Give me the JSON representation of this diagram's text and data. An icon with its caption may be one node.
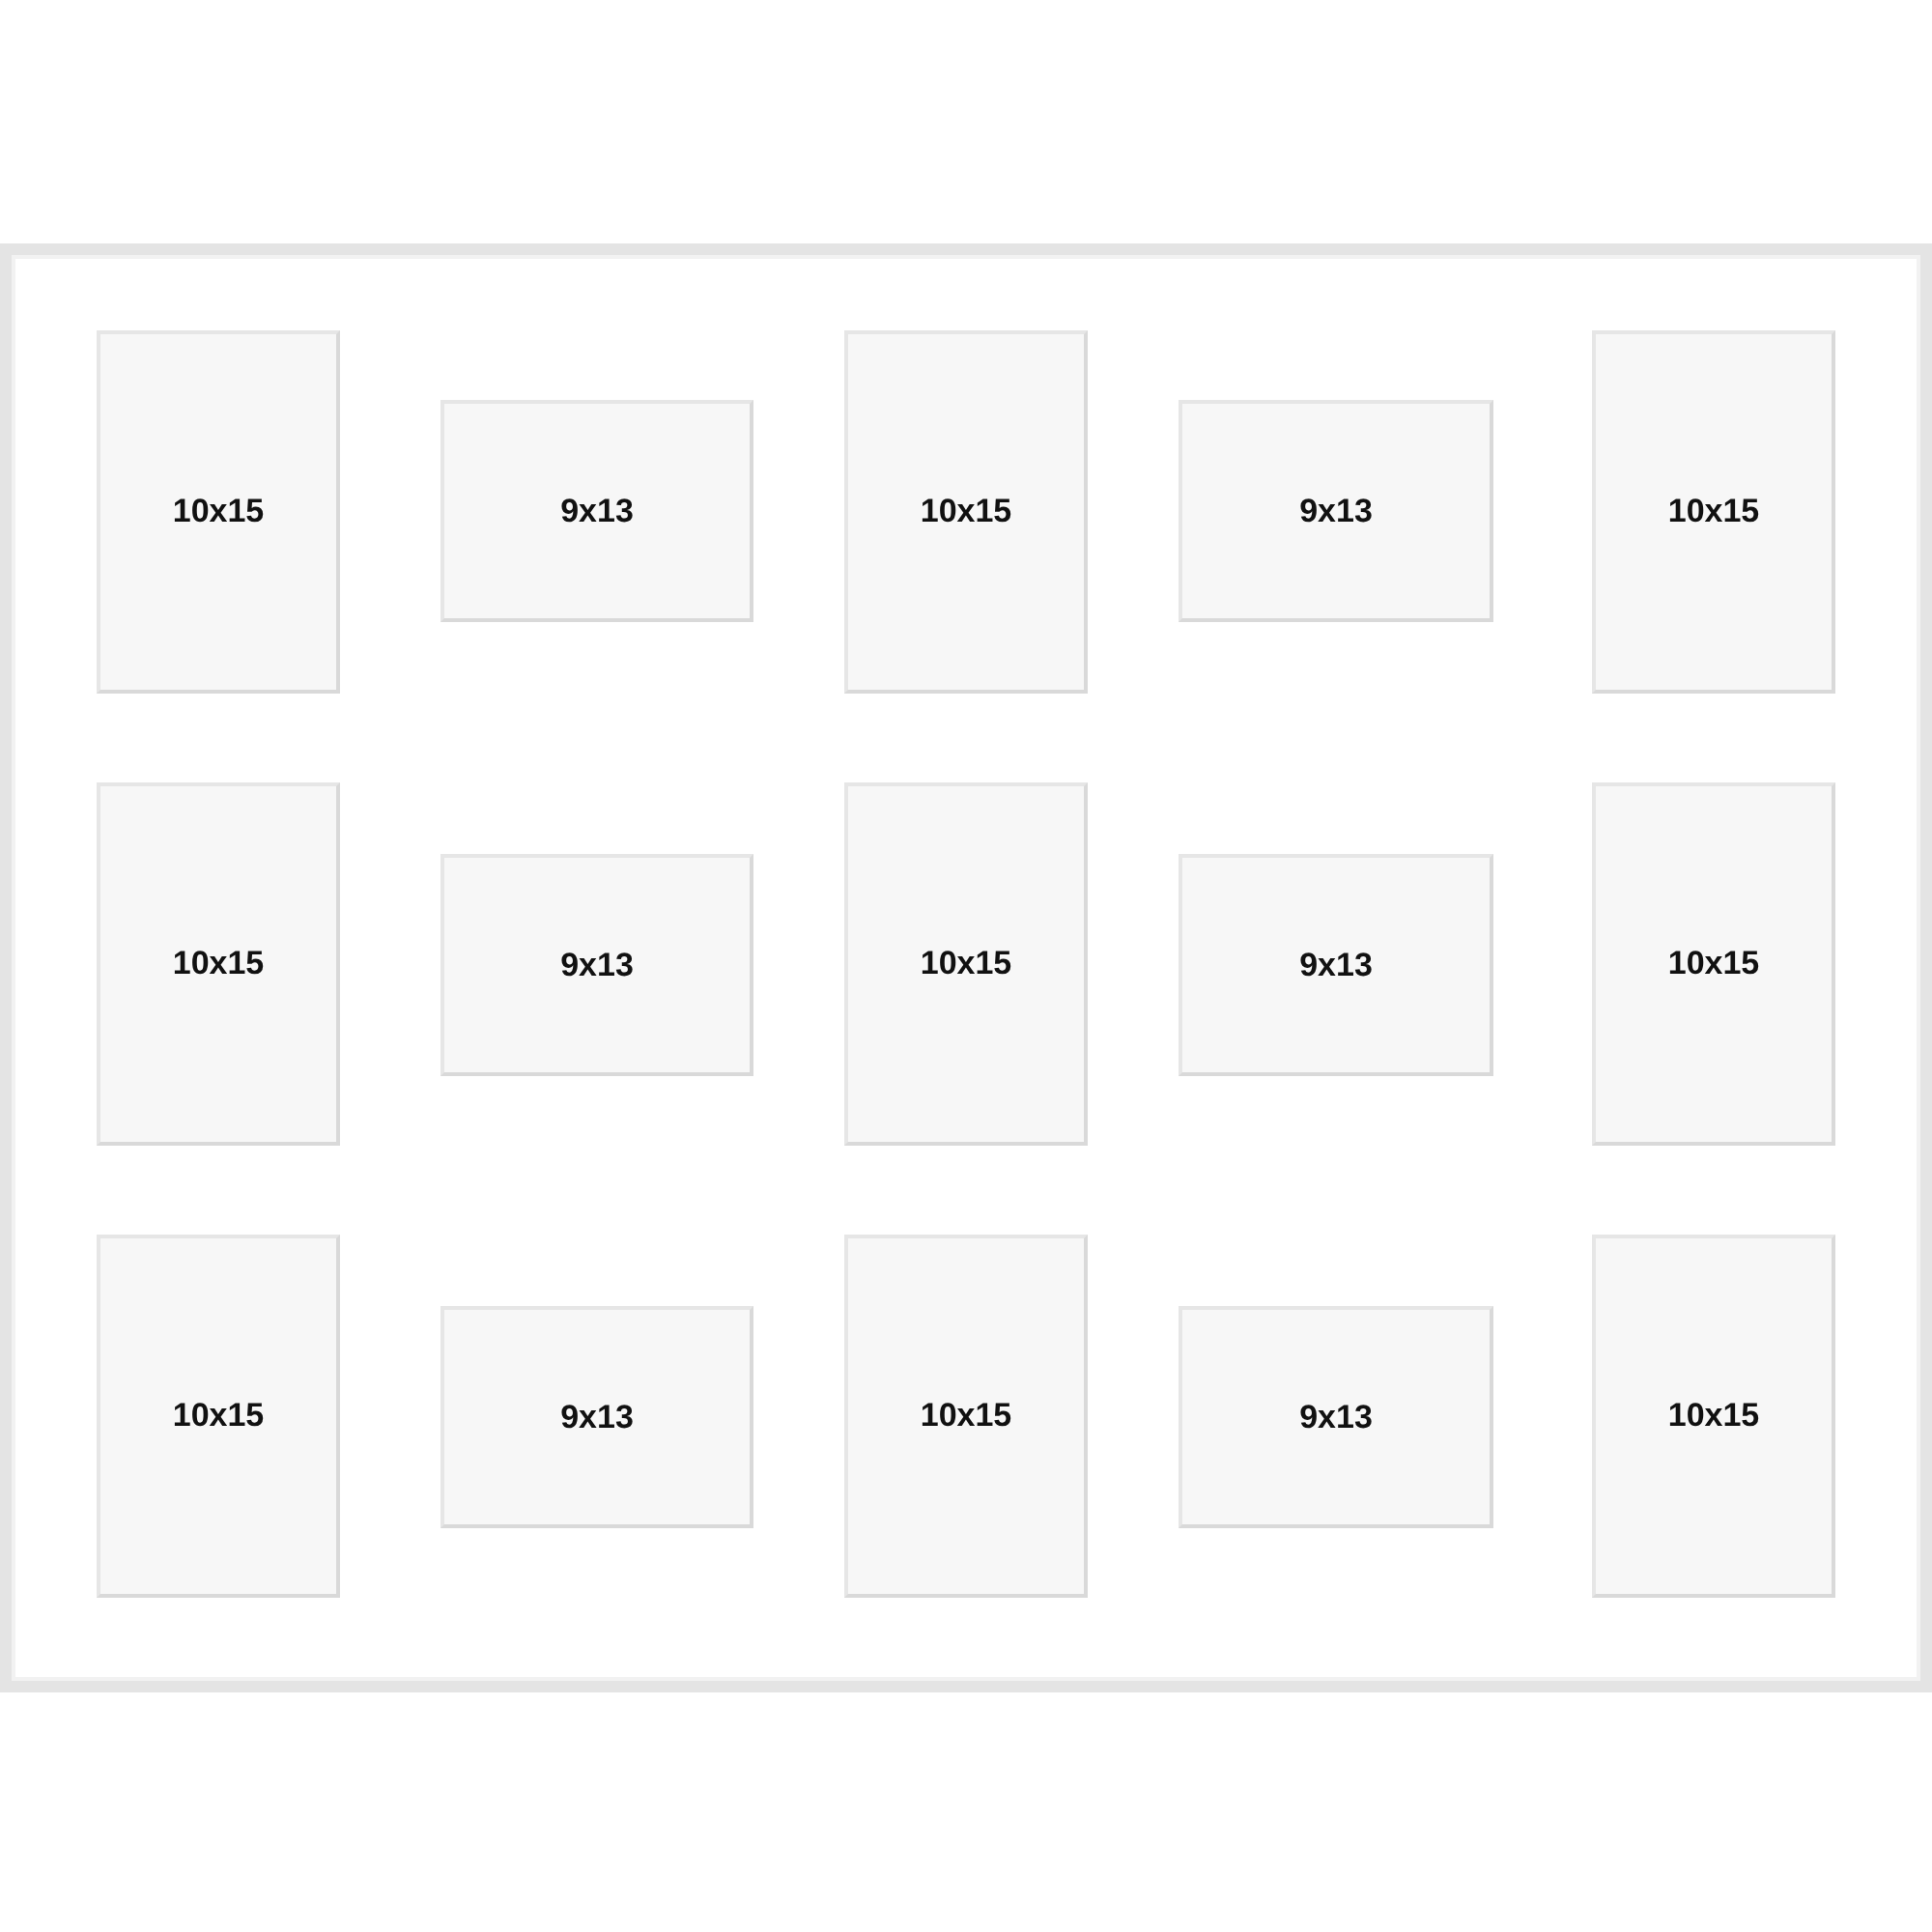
{
  "diagram": {
    "nodes": [
      {
        "text": [],
        "shape": "box"
      },
      {
        "text": [
          "10x15"
        ],
        "in": 0
      },
      {
        "text": [
          "9x13"
        ],
        "in": 0
      },
      {
        "text": [
          "10x15"
        ],
        "in": 0
      },
      {
        "text": [
          "9x13"
        ],
        "in": 0
      },
      {
        "text": [
          "10x15"
        ],
        "in": 0
      },
      {
        "text": [
          "10x15"
        ],
        "in": 0
      },
      {
        "text": [
          "9x13"
        ],
        "in": 0
      },
      {
        "text": [
          "10x15"
        ],
        "in": 0
      },
      {
        "text": [
          "9x13"
        ],
        "in": 0
      },
      {
        "text": [
          "10x15"
        ],
        "in": 0
      },
      {
        "text": [
          "10x15"
        ],
        "in": 0
      },
      {
        "text": [
          "9x13"
        ],
        "in": 0
      },
      {
        "text": [
          "10x15"
        ],
        "in": 0
      },
      {
        "text": [
          "9x13"
        ],
        "in": 0
      },
      {
        "text": [
          "10x15"
        ],
        "in": 0
      }
    ]
  }
}
